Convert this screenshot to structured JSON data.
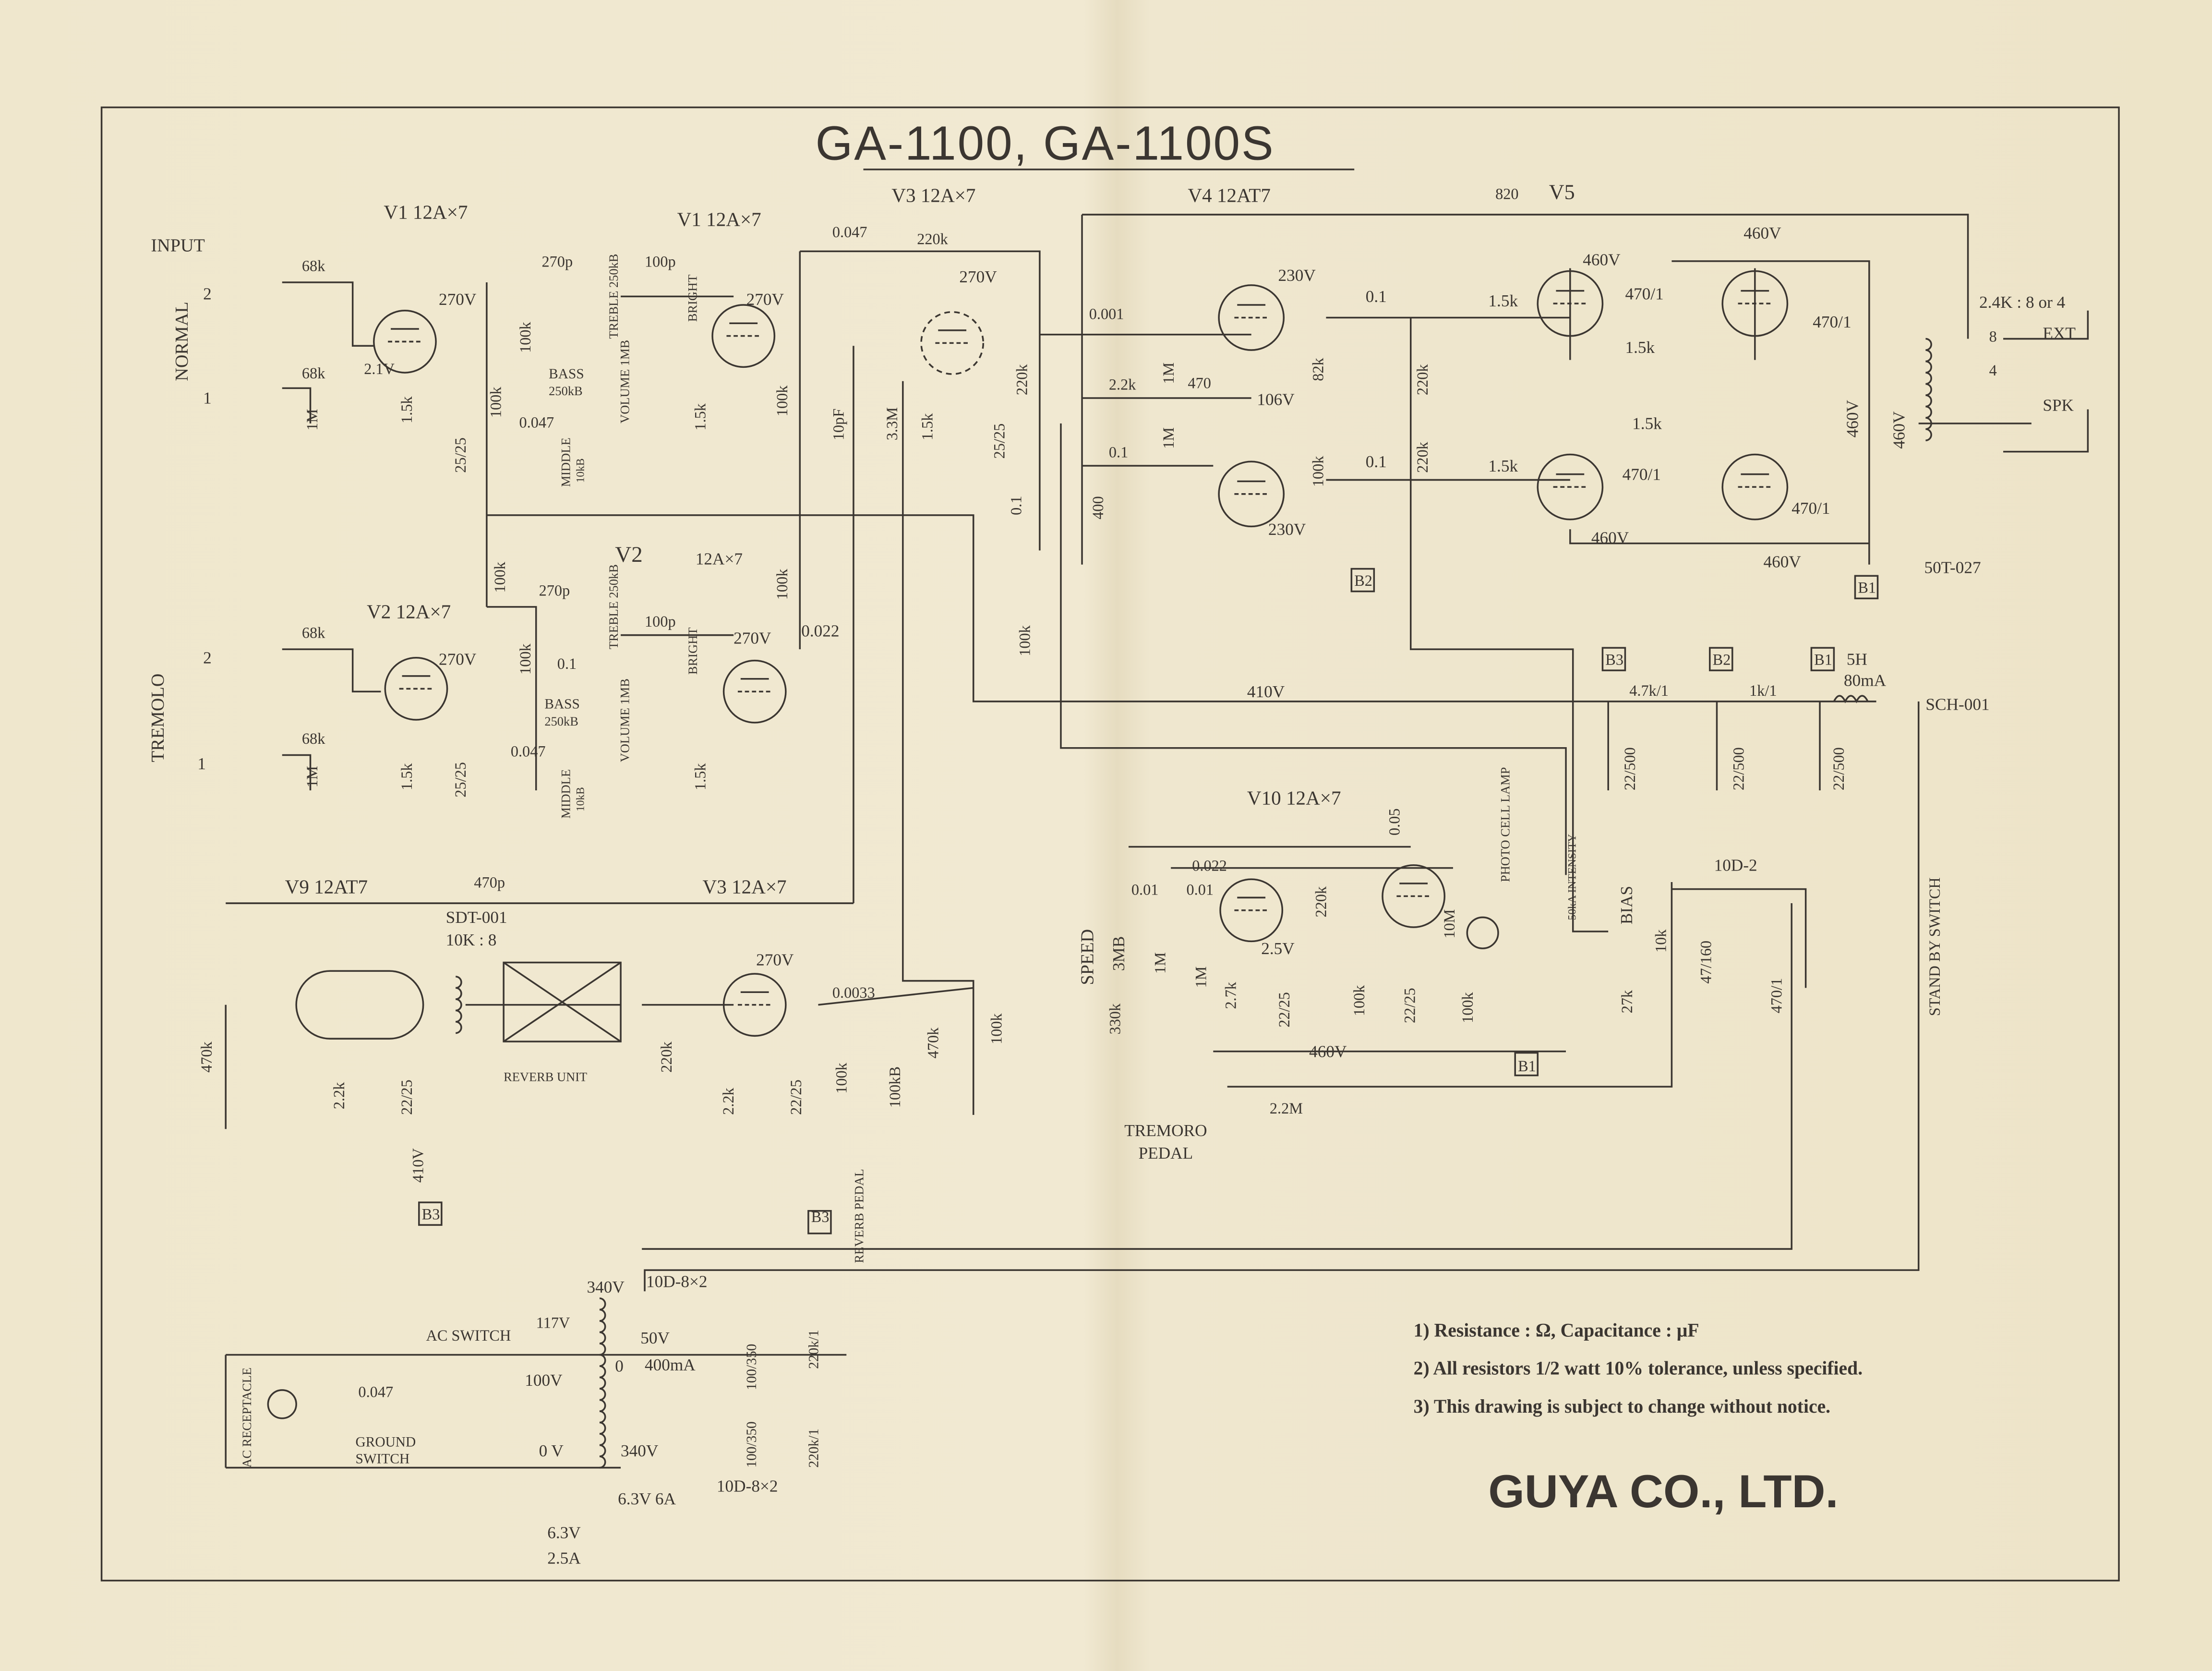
{
  "title": "GA-1100, GA-1100S",
  "notes": [
    "1) Resistance : Ω,  Capacitance : μF",
    "2) All resistors 1/2 watt 10% tolerance, unless specified.",
    "3) This drawing is subject to change without notice."
  ],
  "company": "GUYA CO., LTD.",
  "component_labels": [
    "INPUT",
    "NORMAL",
    "TREMOLO",
    "2",
    "1",
    "2",
    "1",
    "68k",
    "68k",
    "1M",
    "V1 12A×7",
    "270V",
    "2.1V",
    "1.5k",
    "25/25",
    "270p",
    "100k",
    "100k",
    "BASS",
    "250kB",
    "0.047",
    "MIDDLE",
    "10kB",
    "TREBLE 250kB",
    "VOLUME 1MB",
    "100p",
    "BRIGHT",
    "V1 12A×7",
    "270V",
    "1.5k",
    "100k",
    "V3 12A×7",
    "0.047",
    "220k",
    "270V",
    "10pF",
    "3.3M",
    "1.5k",
    "25/25",
    "220k",
    "0.1",
    "V4 12AT7",
    "820",
    "V5",
    "0.001",
    "2.2k",
    "1M",
    "470",
    "1M",
    "0.1",
    "400",
    "230V",
    "106V",
    "82k",
    "100k",
    "230V",
    "0.1",
    "0.1",
    "220k",
    "220k",
    "B2",
    "1.5k",
    "470/1",
    "460V",
    "460V",
    "470/1",
    "1.5k",
    "1.5k",
    "1.5k",
    "470/1",
    "470/1",
    "460V",
    "460V",
    "460V",
    "460V",
    "B1",
    "50T-027",
    "2.4K : 8 or 4",
    "8",
    "4",
    "EXT",
    "SPK",
    "V2",
    "12A×7",
    "100k",
    "100k",
    "V2 12A×7",
    "270p",
    "100k",
    "0.1",
    "BASS",
    "250kB",
    "0.047",
    "MIDDLE",
    "10kB",
    "TREBLE 250kB",
    "VOLUME 1MB",
    "100p",
    "BRIGHT",
    "270V",
    "0.022",
    "270V",
    "1.5k",
    "25/25",
    "1.5k",
    "68k",
    "68k",
    "1M",
    "100k",
    "410V",
    "B3",
    "B2",
    "B1",
    "5H",
    "80mA",
    "SCH-001",
    "4.7k/1",
    "1k/1",
    "22/500",
    "22/500",
    "22/500",
    "V10 12A×7",
    "0.05",
    "PHOTO CELL LAMP",
    "50kA INTENSITY",
    "0.022",
    "0.01",
    "0.01",
    "220k",
    "2.5V",
    "1M",
    "1M",
    "2.7k",
    "22/25",
    "10M",
    "100k",
    "22/25",
    "100k",
    "460V",
    "B1",
    "2.2M",
    "SPEED",
    "3MB",
    "330k",
    "TREMORO",
    "PEDAL",
    "BIAS",
    "10k",
    "27k",
    "47/160",
    "10D-2",
    "470/1",
    "STAND BY SWITCH",
    "V9 12AT7",
    "470p",
    "V3 12A×7",
    "SDT-001",
    "10K : 8",
    "REVERB UNIT",
    "470k",
    "2.2k",
    "22/25",
    "410V",
    "B3",
    "220k",
    "270V",
    "0.0033",
    "2.2k",
    "22/25",
    "100k",
    "100kB",
    "470k",
    "100k",
    "B3",
    "REVERB PEDAL",
    "340V",
    "10D-8×2",
    "117V",
    "AC SWITCH",
    "50V",
    "400mA",
    "100V",
    "0",
    "0.047",
    "GROUND",
    "SWITCH",
    "0 V",
    "340V",
    "10D-8×2",
    "6.3V  6A",
    "6.3V",
    "2.5A",
    "AC RECEPTACLE",
    "100/350",
    "100/350",
    "220k/1",
    "220k/1"
  ],
  "colors": {
    "paper": "#efe7cd",
    "ink": "#3b3631"
  }
}
